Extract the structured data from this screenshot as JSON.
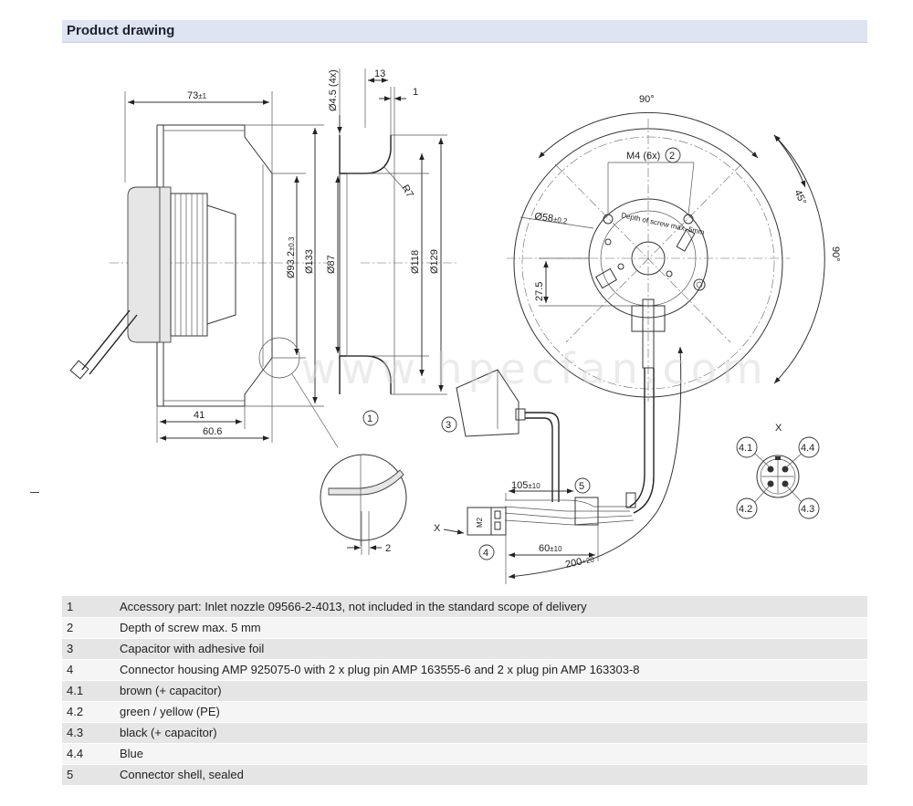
{
  "header": {
    "title": "Product drawing"
  },
  "drawing": {
    "dims": {
      "d73": "73",
      "d73_tol": "±1",
      "d4_5": "Ø4.5 (4x)",
      "d13": "13",
      "d1": "1",
      "d90": "90°",
      "m4": "M4 (6x)",
      "m4_callout": "2",
      "d45": "45°",
      "d90b": "90°",
      "r7": "R7",
      "d93": "Ø93.2",
      "d93_tol": "±0.3",
      "d133": "Ø133",
      "d87": "Ø87",
      "d118": "Ø118",
      "d129": "Ø129",
      "d58": "Ø58",
      "d58_tol": "±0.2",
      "d27": "27.5",
      "d41": "41",
      "d60_6": "60.6",
      "d2": "2",
      "d105": "105",
      "d105_tol": "±10",
      "d60": "60",
      "d60_tol": "±10",
      "d200": "200",
      "d200_tol": "+20",
      "x_top": "X",
      "x_side": "X",
      "depth_label": "Depth of screw max. 5mm",
      "plug_label": "M2"
    },
    "callouts": {
      "c1": "1",
      "c3": "3",
      "c4": "4",
      "c5": "5"
    },
    "pins": {
      "p41": "4.1",
      "p42": "4.2",
      "p43": "4.3",
      "p44": "4.4"
    },
    "watermark": {
      "text": "www.hpecfan.com"
    }
  },
  "legend": {
    "rows": [
      {
        "num": "1",
        "text": "Accessory part: Inlet nozzle 09566-2-4013, not included in the standard scope of delivery"
      },
      {
        "num": "2",
        "text": "Depth of screw max. 5 mm"
      },
      {
        "num": "3",
        "text": "Capacitor with adhesive foil"
      },
      {
        "num": "4",
        "text": "Connector housing AMP 925075-0 with 2 x plug pin AMP 163555-6 and 2 x plug pin AMP 163303-8"
      },
      {
        "num": "4.1",
        "text": "brown (+ capacitor)"
      },
      {
        "num": "4.2",
        "text": "green / yellow (PE)"
      },
      {
        "num": "4.3",
        "text": "black (+ capacitor)"
      },
      {
        "num": "4.4",
        "text": "Blue"
      },
      {
        "num": "5",
        "text": "Connector shell, sealed"
      }
    ]
  }
}
